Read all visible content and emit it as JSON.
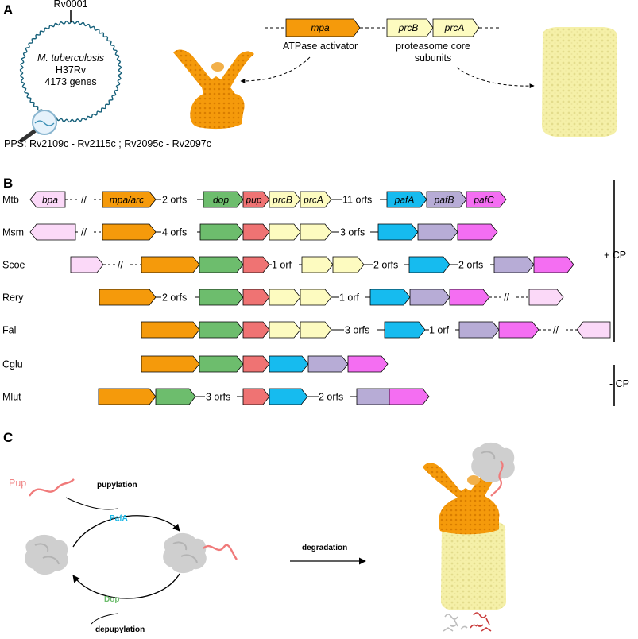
{
  "colors": {
    "mpa": "#f59a0b",
    "dop": "#6dbd6d",
    "pup": "#ef7373",
    "prc": "#fdfbc0",
    "pafA": "#16bbef",
    "pafB": "#b7acd6",
    "pafC": "#f46ef2",
    "bpa": "#fbd9f8",
    "proteasome": "#f5f0a8",
    "substrate": "#d2d2d2"
  },
  "panel_a": {
    "letter": "A",
    "ring_label": "Rv0001",
    "organism": "M. tuberculosis",
    "strain": "H37Rv",
    "genes": "4173 genes",
    "pps": "PPS: Rv2109c - Rv2115c ; Rv2095c - Rv2097c",
    "gene_mpa": "mpa",
    "gene_prcB": "prcB",
    "gene_prcA": "prcA",
    "mpa_caption": "ATPase activator",
    "prc_caption_line1": "proteasome core",
    "prc_caption_line2": "subunits"
  },
  "panel_b": {
    "letter": "B",
    "species": [
      "Mtb",
      "Msm",
      "Scoe",
      "Rery",
      "Fal",
      "Cglu",
      "Mlut"
    ],
    "labels": {
      "bpa": "bpa",
      "mpa_arc": "mpa/arc",
      "dop": "dop",
      "pup": "pup",
      "prcB": "prcB",
      "prcA": "prcA",
      "pafA": "pafA",
      "pafB": "pafB",
      "pafC": "pafC"
    },
    "break_mark": "//",
    "orfs": {
      "o2": "2 orfs",
      "o11": "11 orfs",
      "o4": "4 orfs",
      "o3": "3 orfs",
      "o1": "1 orf"
    },
    "plus_cp": "+ CP",
    "minus_cp": "- CP"
  },
  "panel_c": {
    "letter": "C",
    "pup": "Pup",
    "pupylation": "pupylation",
    "pafA": "PafA",
    "dop": "Dop",
    "depupylation": "depupylation",
    "degradation": "degradation"
  }
}
